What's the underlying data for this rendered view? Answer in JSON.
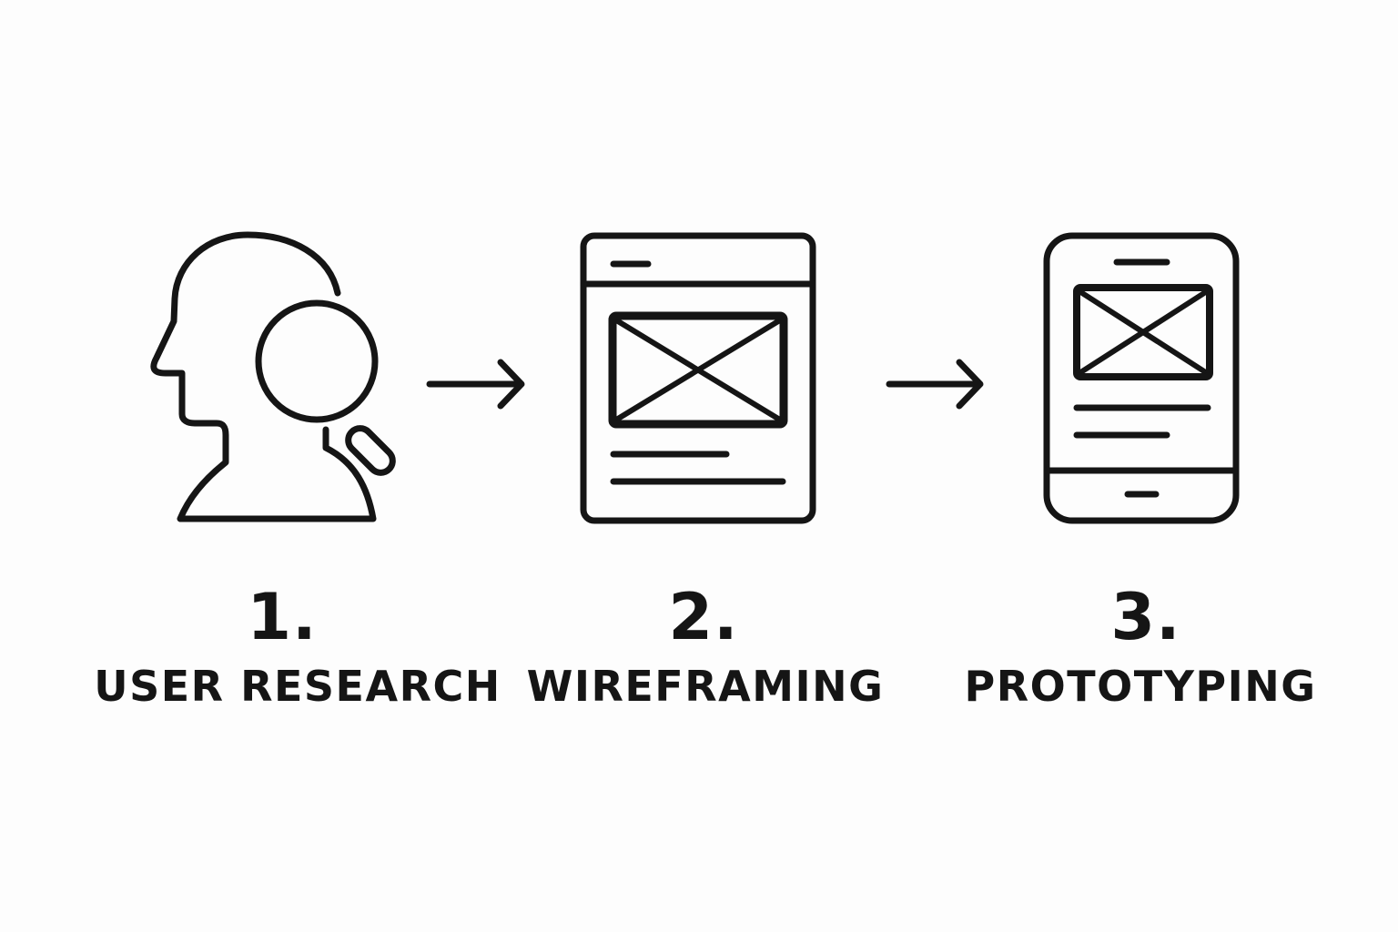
{
  "colors": {
    "ink": "#151515",
    "background": "#fdfdfd"
  },
  "steps": [
    {
      "number": "1.",
      "label": "USER RESEARCH",
      "icon": "user-research-icon"
    },
    {
      "number": "2.",
      "label": "WIREFRAMING",
      "icon": "browser-wireframe-icon"
    },
    {
      "number": "3.",
      "label": "PROTOTYPING",
      "icon": "mobile-prototype-icon"
    }
  ],
  "connectors": [
    {
      "icon": "arrow-right-icon"
    },
    {
      "icon": "arrow-right-icon"
    }
  ]
}
